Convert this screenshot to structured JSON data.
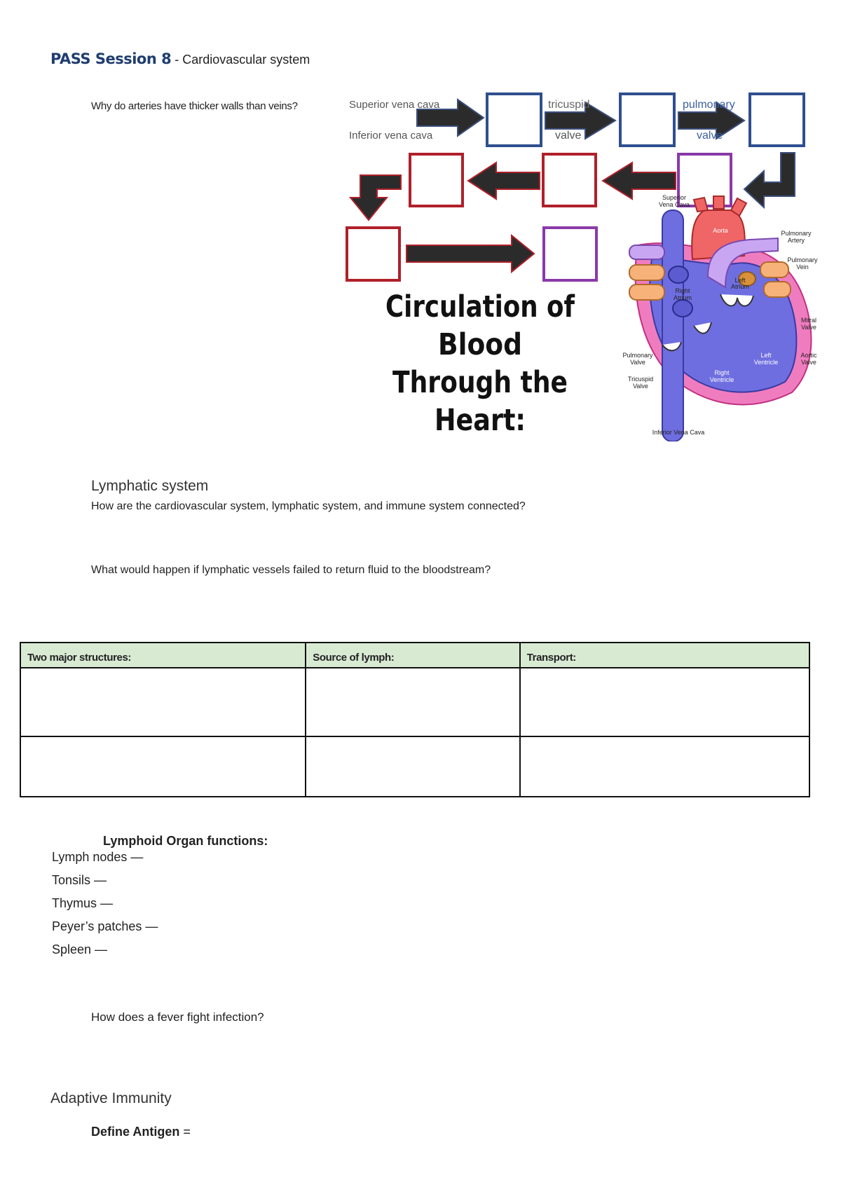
{
  "header": {
    "session": "PASS Session 8",
    "separator": " - ",
    "topic": "Cardiovascular system"
  },
  "questions": {
    "arteries": "Why do arteries have thicker walls than veins?",
    "connected": "How are the cardiovascular system, lymphatic system, and immune system connected?",
    "fail": "What would happen if lymphatic vessels failed to return fluid to the bloodstream?",
    "fever": "How does a fever fight infection?"
  },
  "diagram": {
    "inputs": [
      "Superior vena cava",
      "Inferior vena cava"
    ],
    "valve1": [
      "tricuspid",
      "valve"
    ],
    "valve2": [
      "pulmonary",
      "valve"
    ],
    "title_lines": [
      "Circulation of",
      "Blood",
      "Through the",
      "Heart:"
    ],
    "heart_labels": {
      "superior_vena_cava": [
        "Superior",
        "Vena Cava"
      ],
      "aorta": "Aorta",
      "pulmonary_artery": [
        "Pulmonary",
        "Artery"
      ],
      "pulmonary_vein": [
        "Pulmonary",
        "Vein"
      ],
      "left_atrium": [
        "Left",
        "Atrium"
      ],
      "right_atrium": [
        "Right",
        "Atrium"
      ],
      "mitral_valve": [
        "Mitral",
        "Valve"
      ],
      "aortic_valve": [
        "Aortic",
        "Valve"
      ],
      "pulmonary_valve": [
        "Pulmonary",
        "Valve"
      ],
      "left_ventricle": [
        "Left",
        "Ventricle"
      ],
      "tricuspid_valve": [
        "Tricuspid",
        "Valve"
      ],
      "right_ventricle": [
        "Right",
        "Ventricle"
      ],
      "inferior_vena_cava": "Inferior Vena Cava"
    },
    "colors": {
      "blue_box": "#2f4f8f",
      "red_box": "#b0202a",
      "purple_box": "#8a3aa8",
      "arrow": "#2b2b2b"
    }
  },
  "lymphatic": {
    "heading": "Lymphatic system",
    "table": {
      "headers": [
        "Two major structures:",
        "Source of lymph:",
        "Transport:"
      ],
      "header_bg": "#d9ead3",
      "rows": [
        [
          "",
          "",
          ""
        ],
        [
          "",
          "",
          ""
        ]
      ]
    }
  },
  "lymphoid": {
    "heading": "Lymphoid Organ functions:",
    "organs": [
      "Lymph nodes —",
      "Tonsils —",
      "Thymus —",
      "Peyer’s patches —",
      "Spleen —"
    ]
  },
  "adaptive": {
    "heading": "Adaptive Immunity",
    "define_label": "Define Antigen",
    "define_suffix": " ="
  }
}
